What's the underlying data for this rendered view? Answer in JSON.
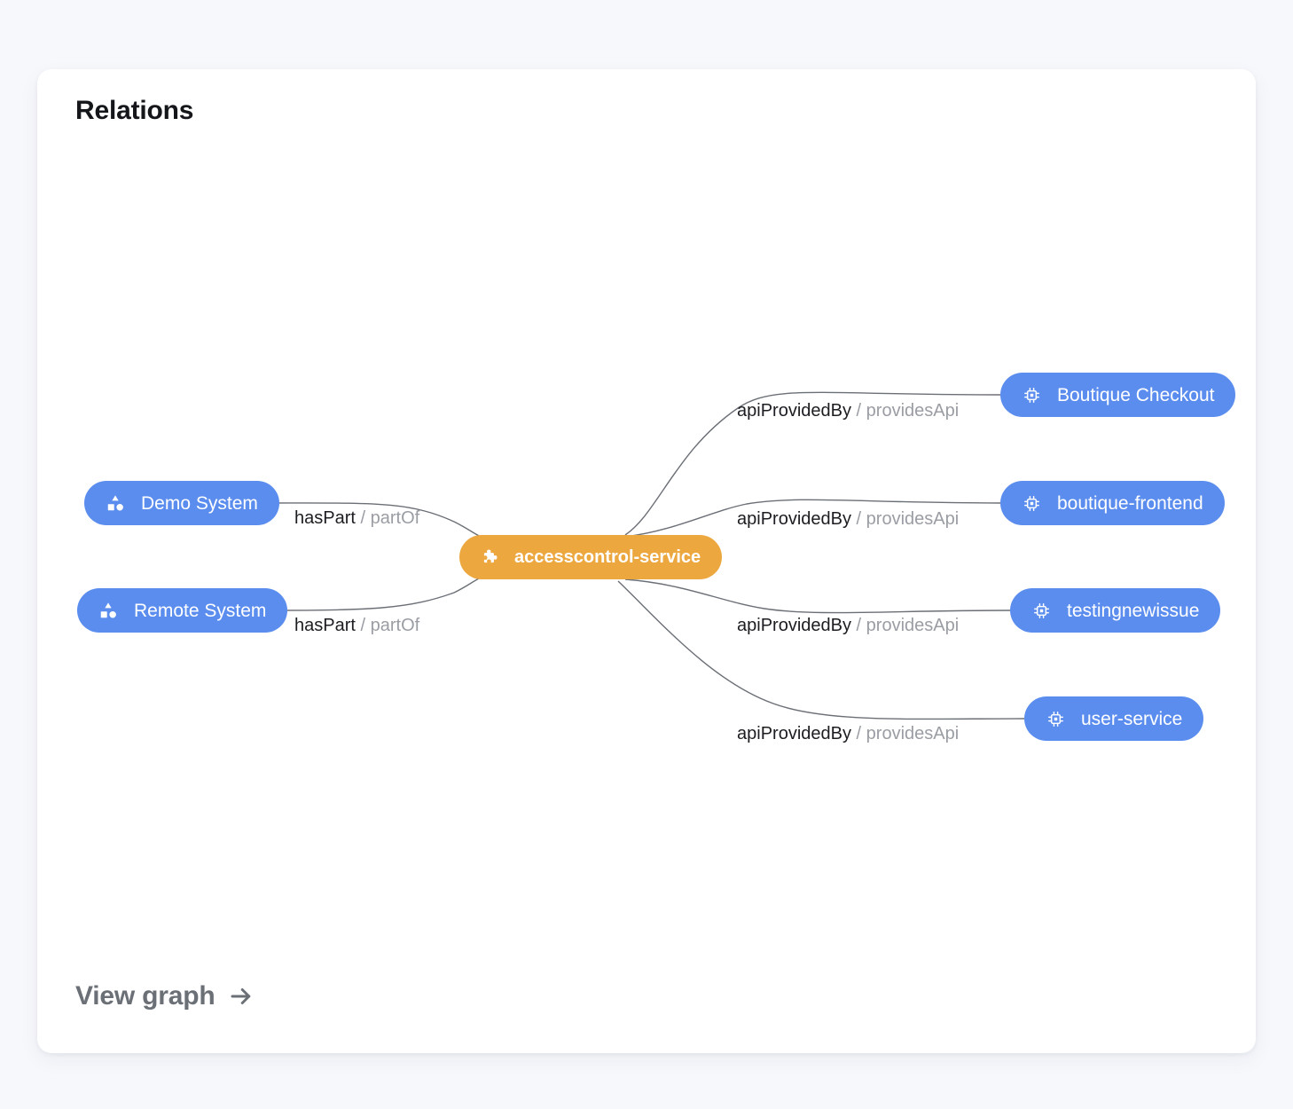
{
  "card": {
    "title": "Relations",
    "footer_link": {
      "label": "View graph",
      "icon": "arrow-right-icon"
    }
  },
  "colors": {
    "page_background": "#f7f8fc",
    "card_background": "#ffffff",
    "entity_blue": "#5b8def",
    "focus_orange": "#eda73f",
    "edge_stroke": "#6b6f76",
    "relation_forward_text": "#1c1d21",
    "relation_reverse_text": "#9a9da3",
    "title_text": "#14161a",
    "footer_text": "#6b6f76"
  },
  "graph": {
    "center_node": {
      "id": "accesscontrol-service",
      "label": "accesscontrol-service",
      "icon": "puzzle-piece-icon",
      "color": "#eda73f",
      "kind": "focused-entity"
    },
    "nodes": [
      {
        "id": "demo-system",
        "label": "Demo System",
        "icon": "shapes-system-icon",
        "color": "#5b8def",
        "side": "left"
      },
      {
        "id": "remote-system",
        "label": "Remote System",
        "icon": "shapes-system-icon",
        "color": "#5b8def",
        "side": "left"
      },
      {
        "id": "boutique-checkout",
        "label": "Boutique Checkout",
        "icon": "cpu-chip-icon",
        "color": "#5b8def",
        "side": "right"
      },
      {
        "id": "boutique-frontend",
        "label": "boutique-frontend",
        "icon": "cpu-chip-icon",
        "color": "#5b8def",
        "side": "right"
      },
      {
        "id": "testingnewissue",
        "label": "testingnewissue",
        "icon": "cpu-chip-icon",
        "color": "#5b8def",
        "side": "right"
      },
      {
        "id": "user-service",
        "label": "user-service",
        "icon": "cpu-chip-icon",
        "color": "#5b8def",
        "side": "right"
      }
    ],
    "edges": [
      {
        "from": "accesscontrol-service",
        "to": "boutique-checkout",
        "forward": "apiProvidedBy",
        "separator": "/",
        "reverse": "providesApi"
      },
      {
        "from": "accesscontrol-service",
        "to": "boutique-frontend",
        "forward": "apiProvidedBy",
        "separator": "/",
        "reverse": "providesApi"
      },
      {
        "from": "accesscontrol-service",
        "to": "testingnewissue",
        "forward": "apiProvidedBy",
        "separator": "/",
        "reverse": "providesApi"
      },
      {
        "from": "accesscontrol-service",
        "to": "user-service",
        "forward": "apiProvidedBy",
        "separator": "/",
        "reverse": "providesApi"
      },
      {
        "from": "demo-system",
        "to": "accesscontrol-service",
        "forward": "hasPart",
        "separator": "/",
        "reverse": "partOf"
      },
      {
        "from": "remote-system",
        "to": "accesscontrol-service",
        "forward": "hasPart",
        "separator": "/",
        "reverse": "partOf"
      }
    ]
  }
}
